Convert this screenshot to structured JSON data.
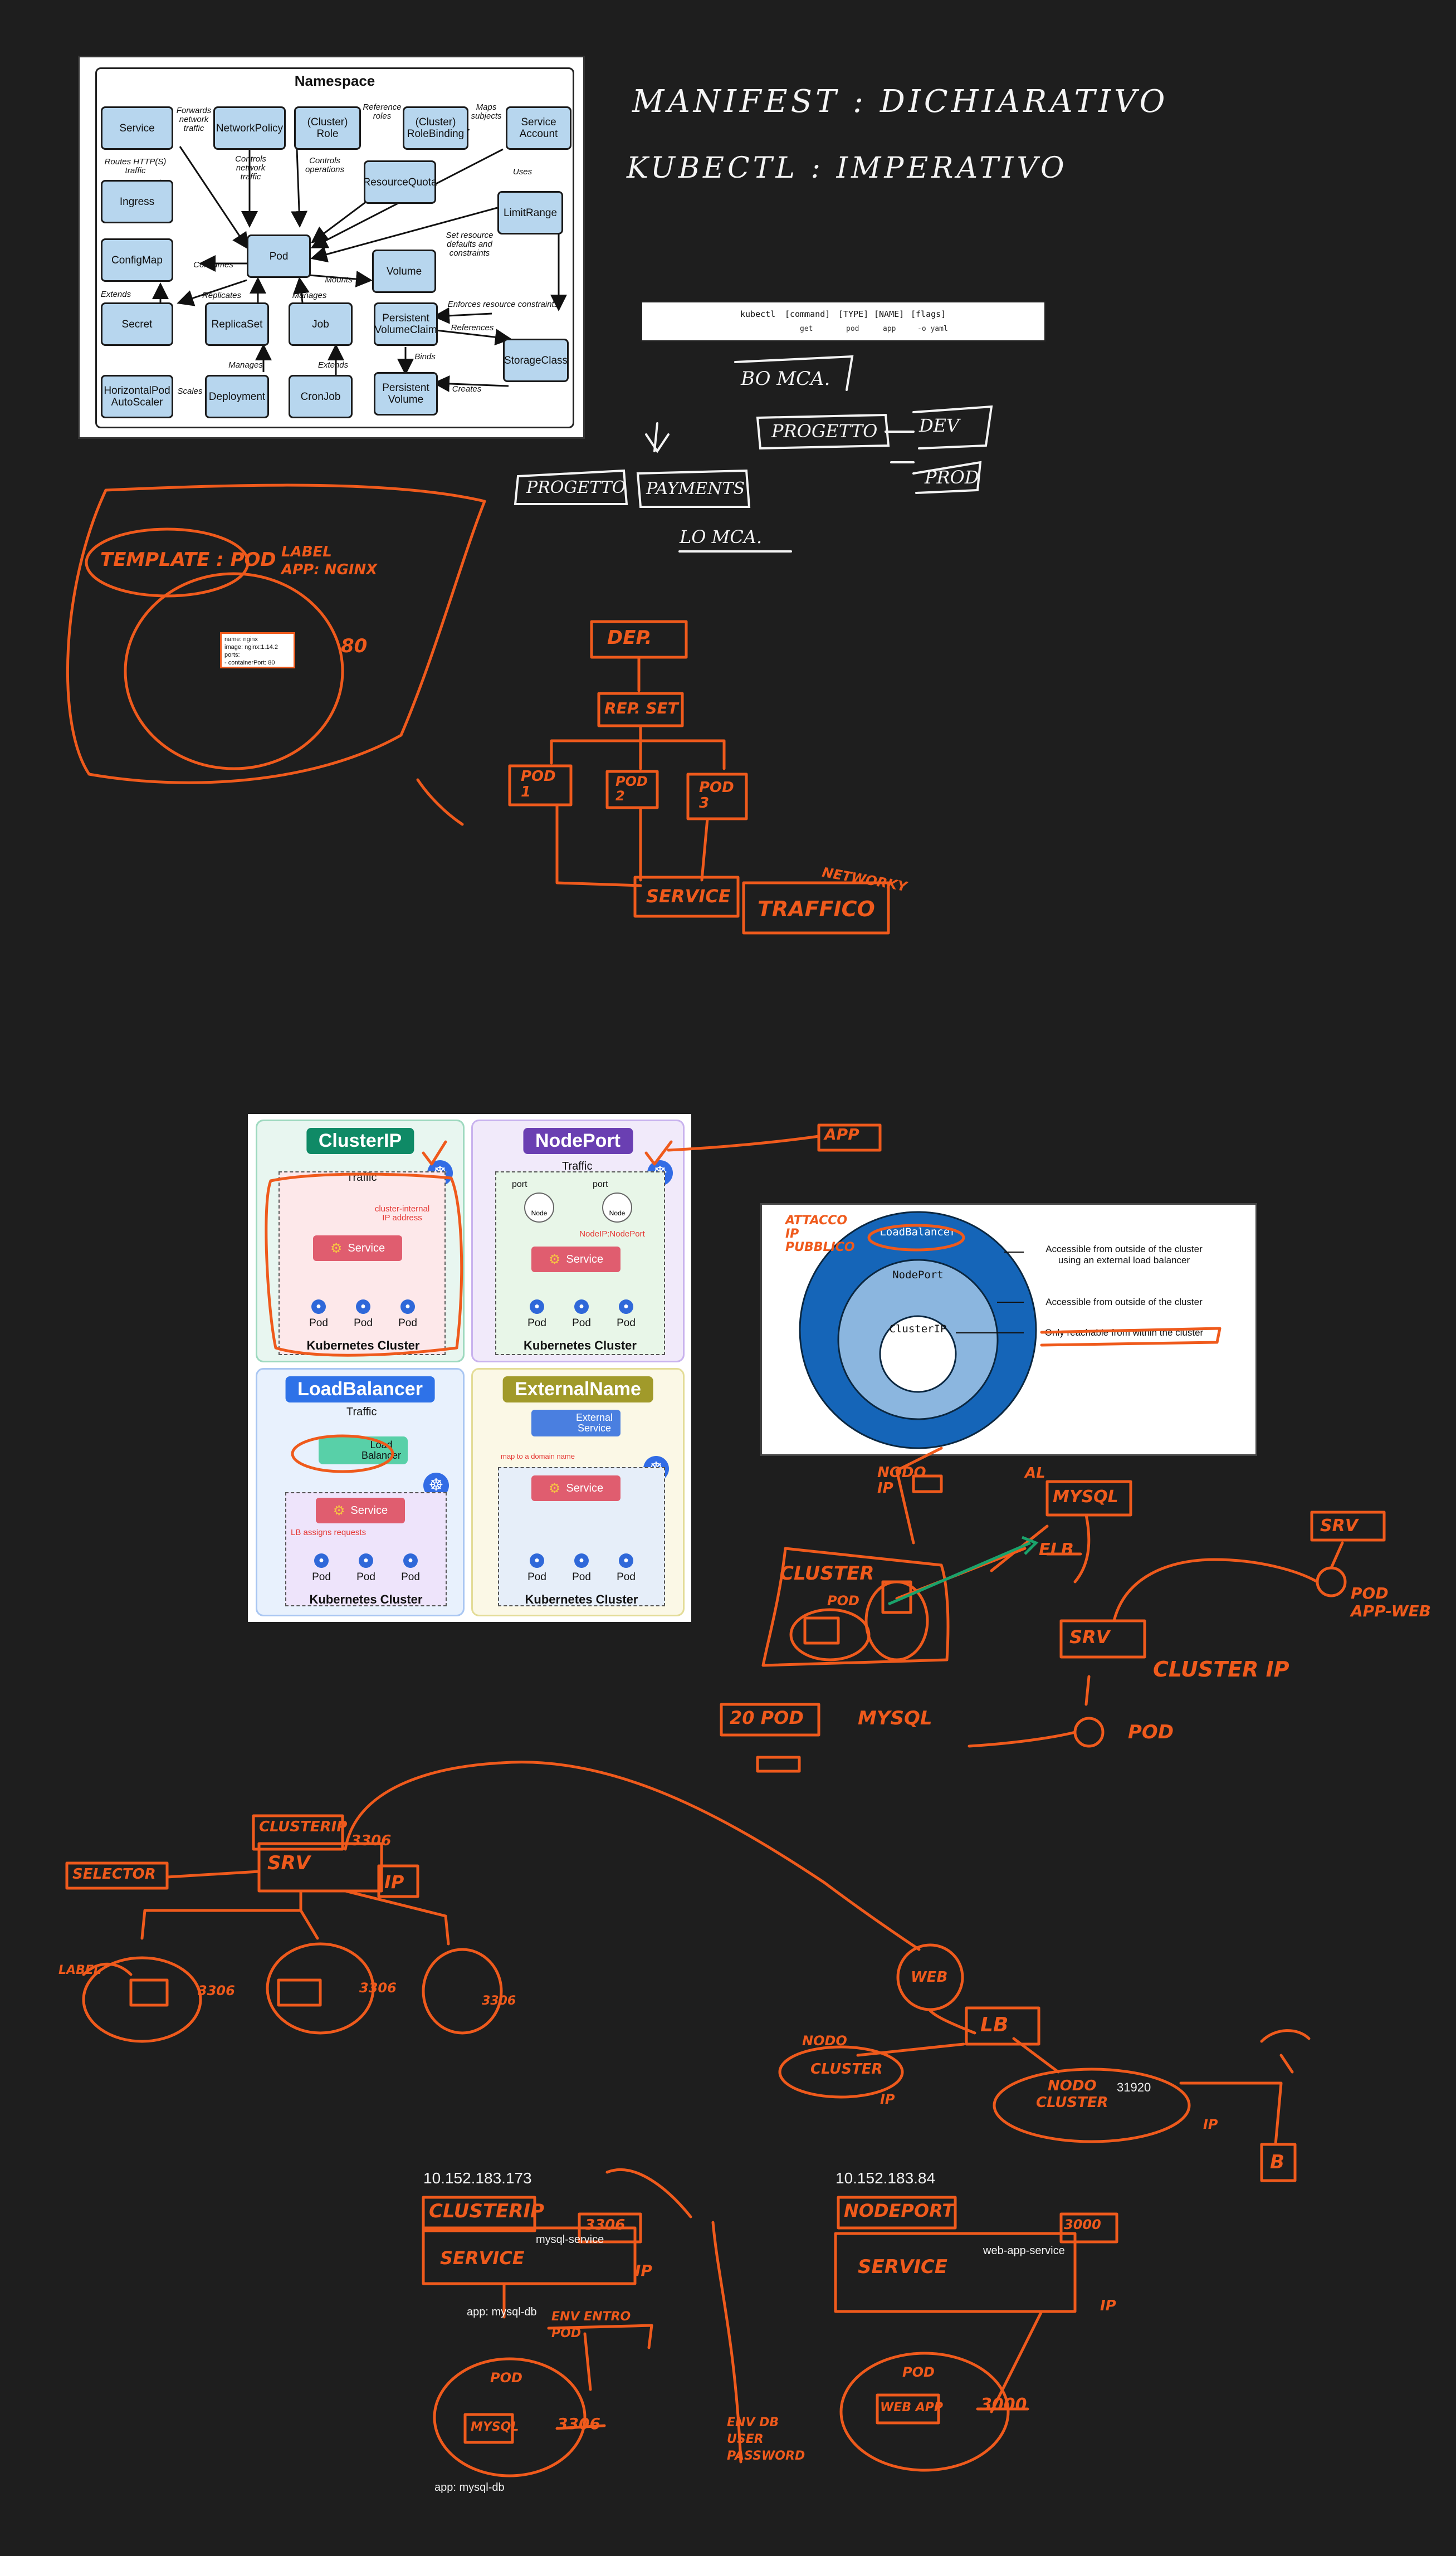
{
  "namespace": {
    "title": "Namespace",
    "boxes": {
      "service": "Service",
      "network_policy": "NetworkPolicy",
      "cluster_role": "(Cluster)\nRole",
      "cluster_role_binding": "(Cluster)\nRoleBinding",
      "service_account": "Service\nAccount",
      "ingress": "Ingress",
      "resource_quota": "ResourceQuota",
      "limit_range": "LimitRange",
      "configmap": "ConfigMap",
      "pod": "Pod",
      "volume": "Volume",
      "secret": "Secret",
      "replicaset": "ReplicaSet",
      "job": "Job",
      "pvc": "Persistent\nVolumeClaim",
      "storage_class": "StorageClass",
      "hpa": "HorizontalPod\nAutoScaler",
      "deployment": "Deployment",
      "cronjob": "CronJob",
      "pv": "Persistent\nVolume"
    },
    "labels": {
      "forwards": "Forwards\nnetwork\ntraffic",
      "reference_roles": "Reference\nroles",
      "maps_subjects": "Maps\nsubjects",
      "routes": "Routes HTTP(S)\ntraffic",
      "controls_network": "Controls\nnetwork\ntraffic",
      "controls_operations": "Controls\noperations",
      "uses": "Uses",
      "consumes": "Consumes",
      "mounts": "Mounts",
      "set_resource": "Set resource\ndefaults and\nconstraints",
      "extends1": "Extends",
      "replicates": "Replicates",
      "manages1": "Manages",
      "enforces": "Enforces resource constraints",
      "references": "References",
      "binds": "Binds",
      "scales": "Scales",
      "manages2": "Manages",
      "extends2": "Extends",
      "creates": "Creates"
    }
  },
  "notes": {
    "manifest": "MANIFEST : DICHIARATIVO",
    "kubectl": "KUBECTL : IMPERATIVO",
    "bo_mca": "BO MCA.",
    "progetto": "PROGETTO",
    "dev": "DEV",
    "prod": "PROD",
    "progetto2": "PROGETTO",
    "payments": "PAYMENTS",
    "lo_mca": "LO MCA.",
    "template_pod": "TEMPLATE : POD",
    "label_app_nginx": "LABEL\nAPP: NGINX",
    "port_80": "80",
    "dep": "DEP.",
    "rep_set": "REP. SET",
    "pod1": "POD\n1",
    "pod2": "POD\n2",
    "pod3": "POD\n3",
    "service": "SERVICE",
    "traffico": "TRAFFICO",
    "networky": "NETWORKY",
    "app": "APP",
    "attacco_ip_pubblico": "ATTACCO\nIP\nPUBBLICO",
    "nodo_ip": "NODO\nIP",
    "al": "AL",
    "mysql": "MYSQL",
    "elb": "ELB",
    "srv": "SRV",
    "pod_app_web": "POD\nAPP-WEB",
    "cluster": "CLUSTER",
    "pod": "POD",
    "clusterip": "CLUSTER IP",
    "twenty_pod": "20 POD",
    "mysql2": "MYSQL",
    "clusterip2": "CLUSTERIP",
    "selector": "SELECTOR",
    "n3306a": "3306",
    "ip": "IP",
    "label": "LABEL",
    "n3306b": "3306",
    "n3306c": "3306",
    "n3306d": "3306",
    "web": "WEB",
    "lb": "LB",
    "nodo": "NODO",
    "cluster2": "CLUSTER",
    "nodo_cluster": "NODO\nCLUSTER",
    "ip2": "IP",
    "ip3": "IP",
    "b": "B",
    "clusterip3": "CLUSTERIP",
    "service3": "SERVICE",
    "n3306e": "3306",
    "ip4": "IP",
    "pod_label": "POD",
    "mysql3": "MYSQL",
    "n3306f": "3306",
    "nodeport": "NODEPORT",
    "service4": "SERVICE",
    "n3000a": "3000",
    "ip5": "IP",
    "pod4": "POD",
    "webapp": "WEB APP",
    "n3000b": "3000",
    "env_user_password": "ENV DB\nUSER\nPASSWORD",
    "env_pod": "ENV ENTRO\nPOD"
  },
  "pod_spec": {
    "l1": "name: nginx",
    "l2": "image: nginx:1.14.2",
    "l3": "ports:",
    "l4": "- containerPort: 80"
  },
  "kubectl_box": {
    "kubectl": "kubectl",
    "command": "[command]",
    "type": "[TYPE]",
    "name": "[NAME]",
    "flags": "[flags]",
    "get": "get",
    "pod": "pod",
    "app": "app",
    "oyaml": "-o yaml"
  },
  "service_types": {
    "clusterip": {
      "title": "ClusterIP",
      "traffic": "Traffic",
      "note": "cluster-internal\nIP address",
      "service": "Service",
      "pod": "Pod",
      "cluster": "Kubernetes Cluster"
    },
    "nodeport": {
      "title": "NodePort",
      "traffic": "Traffic",
      "port": "port",
      "node": "Node",
      "note": "NodeIP:NodePort",
      "service": "Service",
      "pod": "Pod",
      "cluster": "Kubernetes Cluster"
    },
    "loadbalancer": {
      "title": "LoadBalancer",
      "traffic": "Traffic",
      "lb": "Load\nBalancer",
      "note": "LB assigns requests",
      "service": "Service",
      "pod": "Pod",
      "cluster": "Kubernetes Cluster"
    },
    "externalname": {
      "title": "ExternalName",
      "external": "External\nService",
      "note": "map to a domain name",
      "service": "Service",
      "pod": "Pod",
      "cluster": "Kubernetes Cluster"
    },
    "colors": {
      "clusterip": "#0f8a66",
      "nodeport": "#6a3fb2",
      "loadbalancer": "#2e72e8",
      "externalname": "#a19a2a"
    }
  },
  "layers": {
    "lb": "LoadBalancer",
    "np": "NodePort",
    "cip": "ClusterIP",
    "d1": "Accessible from outside of the cluster\nusing an external load balancer",
    "d2": "Accessible from outside of the cluster",
    "d3": "Only reachable from within the cluster"
  },
  "bottom": {
    "ip_left": "10.152.183.173",
    "ip_right": "10.152.183.84",
    "mysql_service": "mysql-service",
    "app_mysql_db": "app: mysql-db",
    "app_mysql_db2": "app: mysql-db",
    "webapp_service": "web-app-service",
    "port_31920": "31920"
  },
  "colors": {
    "ink": "#ef5a1c",
    "background": "#1e1e1e",
    "accent_green": "#1aa36b"
  }
}
